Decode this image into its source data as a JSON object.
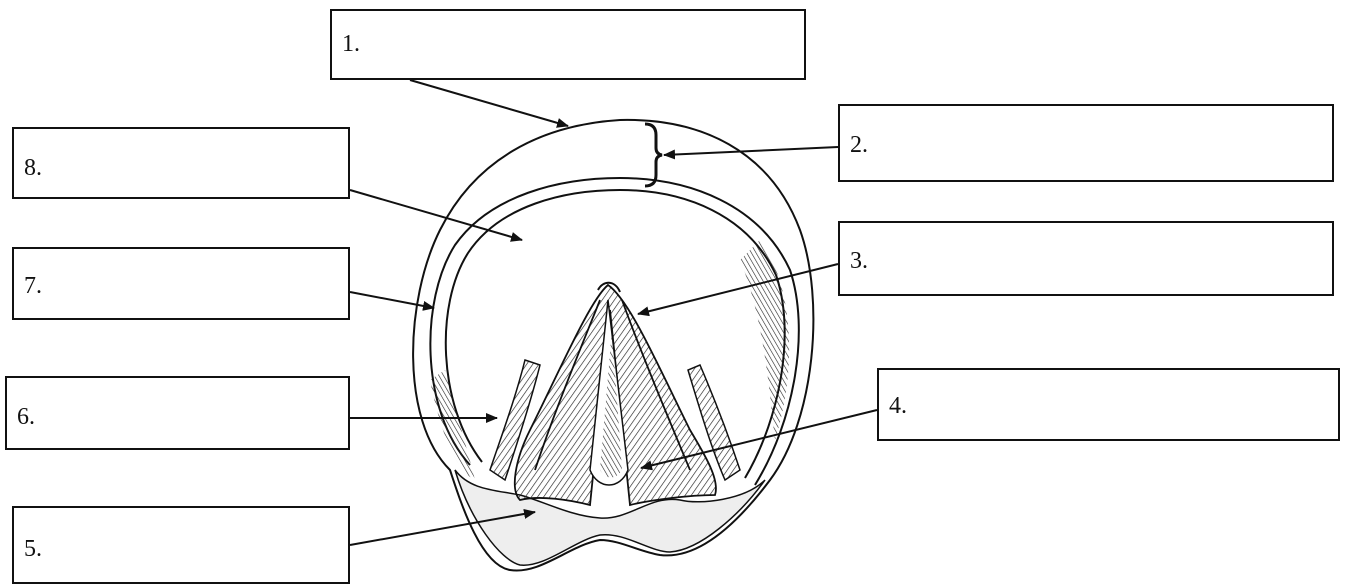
{
  "labels": [
    {
      "id": "1",
      "text": "1."
    },
    {
      "id": "2",
      "text": "2."
    },
    {
      "id": "3",
      "text": "3."
    },
    {
      "id": "4",
      "text": "4."
    },
    {
      "id": "5",
      "text": "5."
    },
    {
      "id": "6",
      "text": "6."
    },
    {
      "id": "7",
      "text": "7."
    },
    {
      "id": "8",
      "text": "8."
    }
  ],
  "colors": {
    "stroke": "#111111",
    "background": "#ffffff",
    "shading": "#333333"
  }
}
